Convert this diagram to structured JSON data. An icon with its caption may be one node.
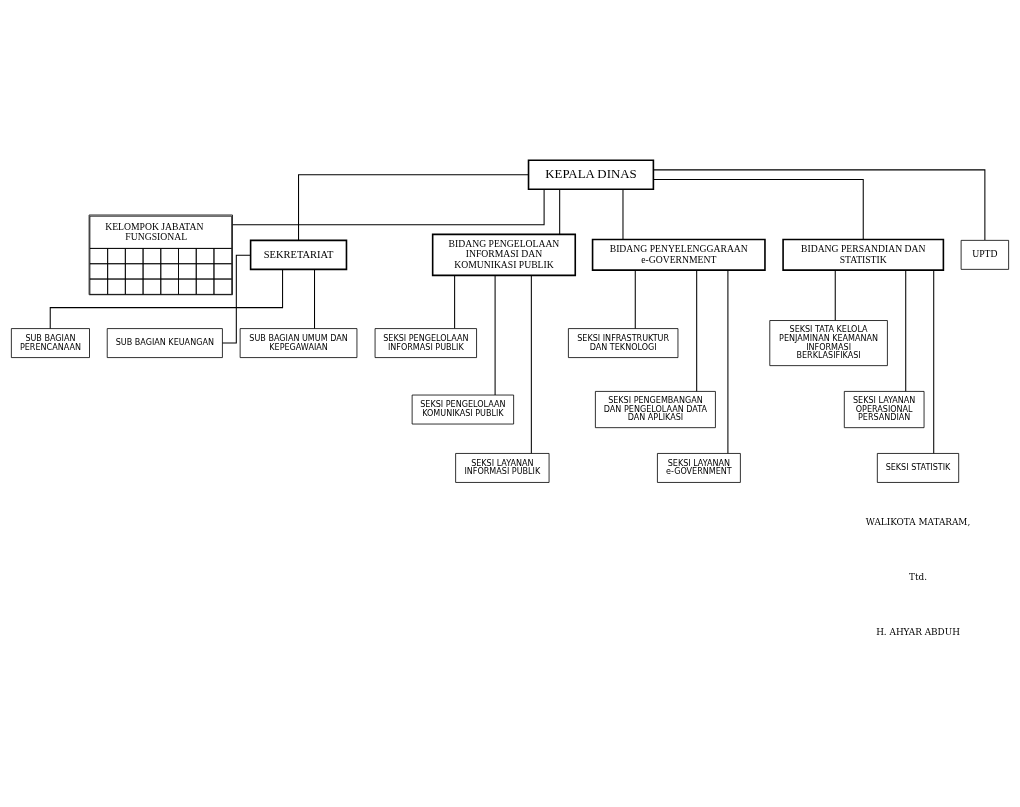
{
  "diagram": {
    "nodes": [
      {
        "text": [
          "KEPALA DINAS"
        ]
      },
      {
        "text": [
          "KELOMPOK JABATAN FUNGSIONAL"
        ]
      },
      {
        "text": [
          "SEKRETARIAT"
        ]
      },
      {
        "text": [
          "SUB BAGIAN PERENCANAAN"
        ]
      },
      {
        "text": [
          "SUB BAGIAN KEUANGAN"
        ]
      },
      {
        "text": [
          "SUB BAGIAN UMUM DAN KEPEGAWAIAN"
        ]
      },
      {
        "text": [
          "BIDANG PENGELOLAAN INFORMASI DAN KOMUNIKASI PUBLIK"
        ]
      },
      {
        "text": [
          "BIDANG PENYELENGGARAAN e-GOVERNMENT"
        ]
      },
      {
        "text": [
          "BIDANG PERSANDIAN DAN STATISTIK"
        ]
      },
      {
        "text": [
          "SEKSI PENGELOLAAN INFORMASI PUBLIK"
        ]
      },
      {
        "text": [
          "SEKSI PENGELOLAAN KOMUNIKASI PUBLIK"
        ]
      },
      {
        "text": [
          "SEKSI LAYANAN INFORMASI PUBLIK"
        ]
      },
      {
        "text": [
          "SEKSI INFRASTRUKTUR DAN TEKNOLOGI"
        ]
      },
      {
        "text": [
          "SEKSI PENGEMBANGAN DAN PENGELOLAAN DATA DAN APLIKASI"
        ]
      },
      {
        "text": [
          "SEKSI LAYANAN e-GOVERNMENT"
        ]
      },
      {
        "text": [
          "SEKSI TATA KELOLA PENJAMINAN KEAMANAN INFORMASI BERKLASIFIKASI"
        ]
      },
      {
        "text": [
          "SEKSI LAYANAN OPERASIONAL PERSANDIAN"
        ]
      },
      {
        "text": [
          "SEKSI STATISTIK"
        ]
      },
      {
        "text": [
          "UPTD"
        ]
      }
    ],
    "edges": [
      {
        "from": 0,
        "to": 1,
        "arrow": "none"
      },
      {
        "from": 0,
        "to": 2,
        "arrow": "none"
      },
      {
        "from": 2,
        "to": 3,
        "arrow": "none"
      },
      {
        "from": 2,
        "to": 4,
        "arrow": "none"
      },
      {
        "from": 2,
        "to": 5,
        "arrow": "none"
      },
      {
        "from": 0,
        "to": 6,
        "arrow": "none"
      },
      {
        "from": 0,
        "to": 7,
        "arrow": "none"
      },
      {
        "from": 0,
        "to": 8,
        "arrow": "none"
      },
      {
        "from": 6,
        "to": 9,
        "arrow": "none"
      },
      {
        "from": 6,
        "to": 10,
        "arrow": "none"
      },
      {
        "from": 6,
        "to": 11,
        "arrow": "none"
      },
      {
        "from": 7,
        "to": 12,
        "arrow": "none"
      },
      {
        "from": 7,
        "to": 13,
        "arrow": "none"
      },
      {
        "from": 7,
        "to": 14,
        "arrow": "none"
      },
      {
        "from": 8,
        "to": 15,
        "arrow": "none"
      },
      {
        "from": 8,
        "to": 16,
        "arrow": "none"
      },
      {
        "from": 8,
        "to": 17,
        "arrow": "none"
      },
      {
        "from": 0,
        "to": 18,
        "arrow": "none"
      }
    ],
    "labels": [
      "WALIKOTA MATARAM,",
      "Ttd.",
      "H. AHYAR ABDUH"
    ]
  }
}
